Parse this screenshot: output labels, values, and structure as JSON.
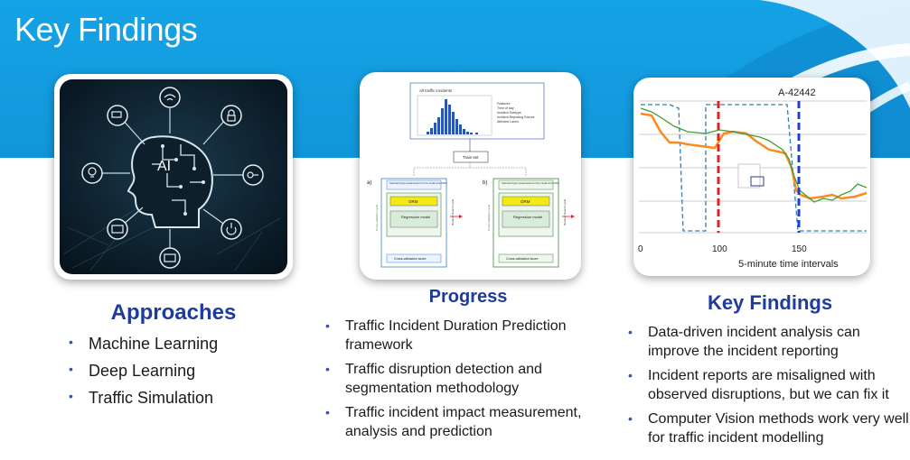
{
  "slide": {
    "title": "Key Findings"
  },
  "ai_image": {
    "label": "AI"
  },
  "progress_figure": {
    "hist_title": "All traffic incidents",
    "legend_lines": [
      "Features:",
      "Time of day",
      "Incident Subtype",
      "Incident Reporting Source",
      "Affected Lanes"
    ],
    "train_set": "Train set",
    "panel_a": "a)",
    "panel_b": "b)",
    "hyper_text": "Selected hyper-parameters for the model and ORM",
    "orm": "ORM",
    "regression": "Regression model",
    "cv_score": "Cross-validation score",
    "cv_cycle": "Cross-validation cycle",
    "random_search": "Random Search cycle"
  },
  "chart": {
    "label": "A-42442",
    "x_ticks": [
      "0",
      "100",
      "150"
    ],
    "x_axis_label": "5-minute time intervals"
  },
  "columns": {
    "approaches": {
      "title": "Approaches",
      "items": [
        "Machine Learning",
        "Deep Learning",
        "Traffic Simulation"
      ]
    },
    "progress": {
      "title": "Progress",
      "items": [
        "Traffic Incident Duration Prediction framework",
        "Traffic disruption detection and segmentation methodology",
        "Traffic incident impact measurement, analysis and prediction"
      ]
    },
    "findings": {
      "title": "Key Findings",
      "items": [
        "Data-driven incident analysis can improve the incident reporting",
        "Incident reports are misaligned with observed disruptions, but we can fix it",
        "Computer Vision methods work very well for traffic incident modelling"
      ]
    }
  }
}
